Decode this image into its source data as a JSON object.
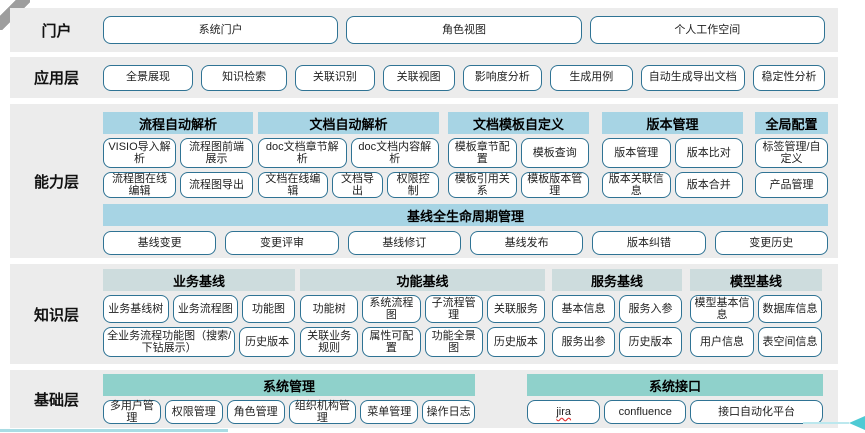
{
  "portal": {
    "label": "门户",
    "buttons": [
      "系统门户",
      "角色视图",
      "个人工作空间"
    ]
  },
  "app_layer": {
    "label": "应用层",
    "buttons": [
      "全景展现",
      "知识检索",
      "关联识别",
      "关联视图",
      "影响度分析",
      "生成用例",
      "自动生成导出文档",
      "稳定性分析"
    ]
  },
  "capability_layer": {
    "label": "能力层",
    "groups": [
      {
        "title": "流程自动解析",
        "row1": [
          "VISIO导入解析",
          "流程图前端展示"
        ],
        "row2": [
          "流程图在线编辑",
          "流程图导出"
        ]
      },
      {
        "title": "文档自动解析",
        "row1": [
          "doc文档章节解析",
          "doc文档内容解析"
        ],
        "row2": [
          "文档在线编辑",
          "文档导出",
          "权限控制"
        ]
      },
      {
        "title": "文档模板自定义",
        "row1": [
          "模板章节配置",
          "模板查询"
        ],
        "row2": [
          "模板引用关系",
          "模板版本管理"
        ]
      },
      {
        "title": "版本管理",
        "row1": [
          "版本管理",
          "版本比对"
        ],
        "row2": [
          "版本关联信息",
          "版本合并"
        ]
      },
      {
        "title": "全局配置",
        "row1": [
          "标签管理/自定义"
        ],
        "row2": [
          "产品管理"
        ]
      }
    ],
    "baseline": {
      "title": "基线全生命周期管理",
      "buttons": [
        "基线变更",
        "变更评审",
        "基线修订",
        "基线发布",
        "版本纠错",
        "变更历史"
      ]
    }
  },
  "knowledge_layer": {
    "label": "知识层",
    "groups": [
      {
        "title": "业务基线",
        "row1": [
          "业务基线树",
          "业务流程图",
          "功能图"
        ],
        "row2": [
          "全业务流程功能图（搜索/下钻展示）",
          "历史版本"
        ]
      },
      {
        "title": "功能基线",
        "row1": [
          "功能树",
          "系统流程图",
          "子流程管理",
          "关联服务"
        ],
        "row2": [
          "关联业务规则",
          "属性可配置",
          "功能全景图",
          "历史版本"
        ]
      },
      {
        "title": "服务基线",
        "row1": [
          "基本信息",
          "服务入参"
        ],
        "row2": [
          "服务出参",
          "历史版本"
        ]
      },
      {
        "title": "模型基线",
        "row1": [
          "模型基本信息",
          "数据库信息"
        ],
        "row2": [
          "用户信息",
          "表空间信息"
        ]
      }
    ]
  },
  "base_layer": {
    "label": "基础层",
    "groups": [
      {
        "title": "系统管理",
        "row1": [
          "多用户管理",
          "权限管理",
          "角色管理",
          "组织机构管理",
          "菜单管理",
          "操作日志"
        ]
      },
      {
        "title": "系统接口",
        "row1": [
          "jira",
          "confluence",
          "接口自动化平台"
        ]
      }
    ]
  },
  "colors": {
    "band_bg": "#ececec",
    "capability_header": "#a7d4e4",
    "knowledge_header": "#cddcdd",
    "base_header": "#8fd1cb",
    "button_border": "#2f7394",
    "spellcheck_red": "#e03131",
    "corner_gray": "#9e9e9e",
    "bottom_line": "#a9dce4",
    "arrow_head": "#4ecad4",
    "arrow_tail": "#bce8ee"
  }
}
